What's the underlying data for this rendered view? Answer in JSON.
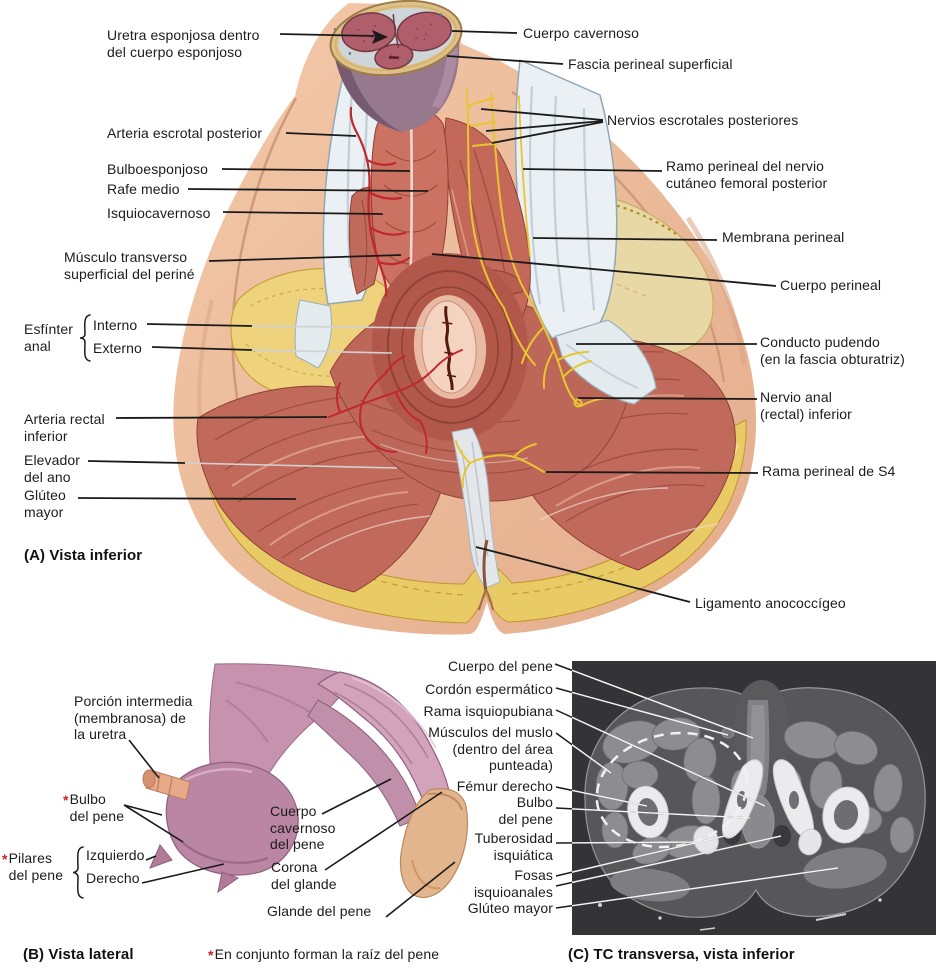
{
  "figure": {
    "colors": {
      "marker_red": "#cc2128",
      "artery_red": "#c1272e",
      "nerve_yellow": "#e9c530",
      "muscle": "#c16a5b",
      "fat_yellow": "#e9cb66",
      "skin": "#ecbd9e",
      "fascia_gray": "#eaf0f3",
      "ct_background": "#343436"
    },
    "panel_a": {
      "caption": "(A) Vista inferior",
      "labels_left": [
        {
          "text": "Uretra esponjosa dentro\ndel cuerpo esponjoso"
        },
        {
          "text": "Arteria escrotal posterior"
        },
        {
          "text": "Bulboesponjoso"
        },
        {
          "text": "Rafe medio"
        },
        {
          "text": "Isquiocavernoso"
        },
        {
          "text": "Músculo transverso\nsuperficial del periné"
        },
        {
          "text": "Arteria rectal\ninferior"
        },
        {
          "text": "Elevador\ndel ano"
        },
        {
          "text": "Glúteo\nmayor"
        }
      ],
      "sphincter_group": {
        "label": "Esfínter\nanal",
        "items": [
          {
            "text": "Interno"
          },
          {
            "text": "Externo"
          }
        ]
      },
      "labels_right": [
        {
          "text": "Cuerpo cavernoso"
        },
        {
          "text": "Fascia perineal superficial"
        },
        {
          "text": "Nervios escrotales posteriores"
        },
        {
          "text": "Ramo perineal del nervio\ncutáneo femoral posterior"
        },
        {
          "text": "Membrana perineal"
        },
        {
          "text": "Cuerpo perineal"
        },
        {
          "text": "Conducto pudendo\n(en la fascia obturatriz)"
        },
        {
          "text": "Nervio anal\n(rectal) inferior"
        },
        {
          "text": "Rama perineal de S4"
        },
        {
          "text": "Ligamento anococcígeo"
        }
      ]
    },
    "panel_b": {
      "caption": "(B) Vista lateral",
      "labels": [
        {
          "text": "Porción intermedia\n(membranosa) de\nla uretra"
        },
        {
          "marker": "*",
          "text": "Bulbo\ndel pene"
        },
        {
          "text": "Cuerpo\ncavernoso\ndel pene"
        },
        {
          "text": "Corona\ndel glande"
        },
        {
          "text": "Glande del pene"
        }
      ],
      "pilares_group": {
        "marker": "*",
        "label": "Pilares\ndel pene",
        "items": [
          {
            "text": "Izquierdo"
          },
          {
            "text": "Derecho"
          }
        ]
      },
      "footnote": {
        "marker": "*",
        "text": "En conjunto forman la raíz del pene"
      }
    },
    "panel_c": {
      "caption": "(C) TC transversa, vista inferior",
      "labels": [
        {
          "text": "Cuerpo del pene"
        },
        {
          "text": "Cordón espermático"
        },
        {
          "text": "Rama isquiopubiana"
        },
        {
          "text": "Músculos del muslo\n(dentro del área\npunteada)"
        },
        {
          "text": "Fémur derecho"
        },
        {
          "text": "Bulbo\ndel pene"
        },
        {
          "text": "Tuberosidad\nisquiática"
        },
        {
          "text": "Fosas\nisquioanales"
        },
        {
          "text": "Glúteo mayor"
        }
      ]
    }
  }
}
